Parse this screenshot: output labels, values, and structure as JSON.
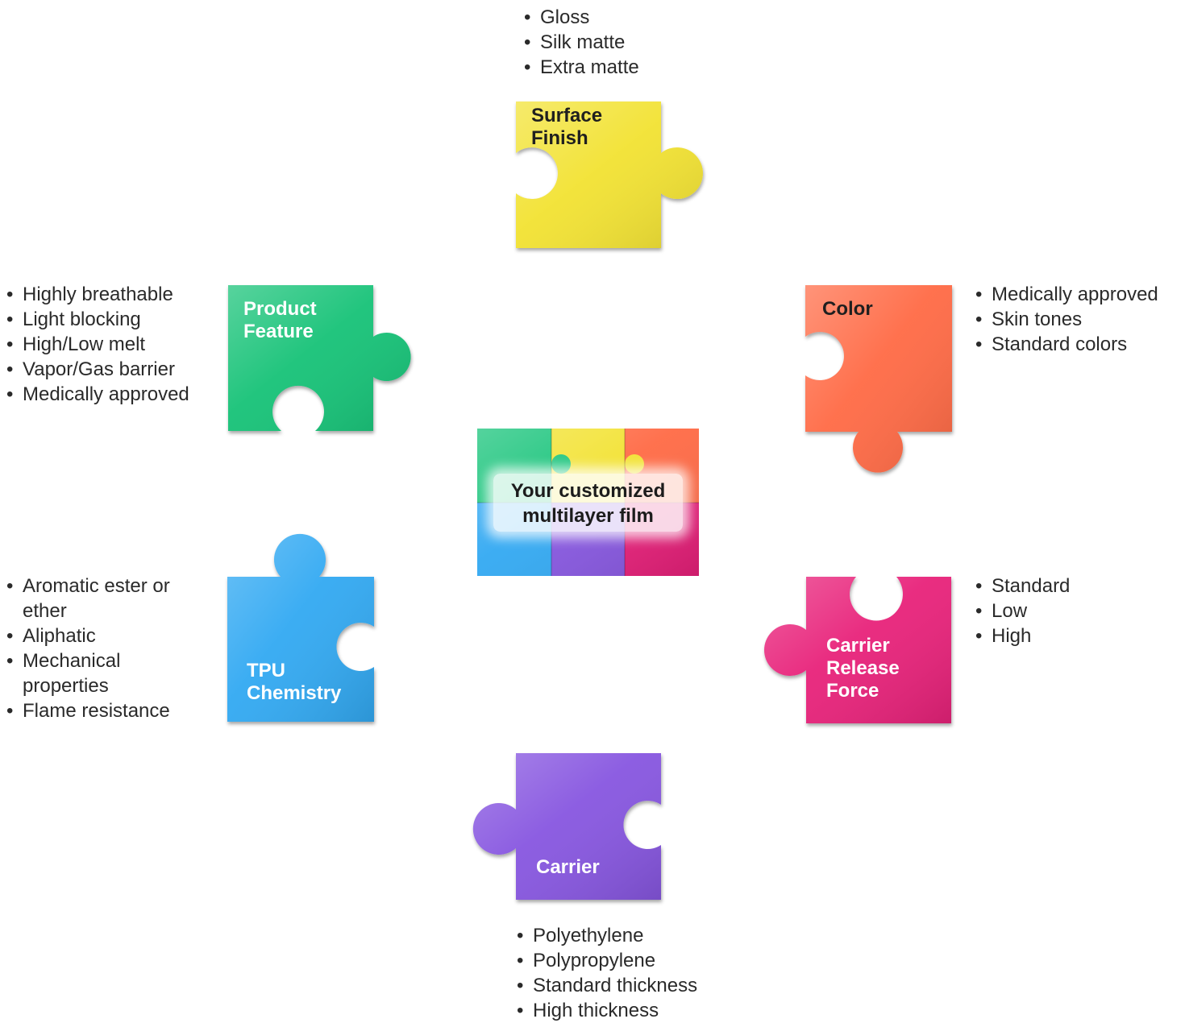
{
  "center": {
    "label": "Your customized\nmultilayer film"
  },
  "pieces": {
    "surface_finish": {
      "label": "Surface\nFinish",
      "color": "#F2E232",
      "text_color": "#1f1f1f",
      "items": [
        "Gloss",
        "Silk matte",
        "Extra matte"
      ]
    },
    "product_feature": {
      "label": "Product\nFeature",
      "color": "#12C277",
      "text_color": "#ffffff",
      "items": [
        "Highly breathable",
        "Light blocking",
        "High/Low melt",
        "Vapor/Gas barrier",
        "Medically approved"
      ]
    },
    "color": {
      "label": "Color",
      "color": "#FF6A45",
      "text_color": "#1f1f1f",
      "items": [
        "Medically approved",
        "Skin tones",
        "Standard colors"
      ]
    },
    "tpu_chemistry": {
      "label": "TPU\nChemistry",
      "color": "#33A9F2",
      "text_color": "#ffffff",
      "items": [
        "Aromatic ester or ether",
        "Aliphatic",
        "Mechanical properties",
        "Flame resistance"
      ]
    },
    "carrier_release_force": {
      "label": "Carrier\nRelease\nForce",
      "color": "#E8207A",
      "text_color": "#ffffff",
      "items": [
        "Standard",
        "Low",
        "High"
      ]
    },
    "carrier": {
      "label": "Carrier",
      "color": "#8757E0",
      "text_color": "#ffffff",
      "items": [
        "Polyethylene",
        "Polypropylene",
        "Standard thickness",
        "High thickness"
      ]
    }
  }
}
